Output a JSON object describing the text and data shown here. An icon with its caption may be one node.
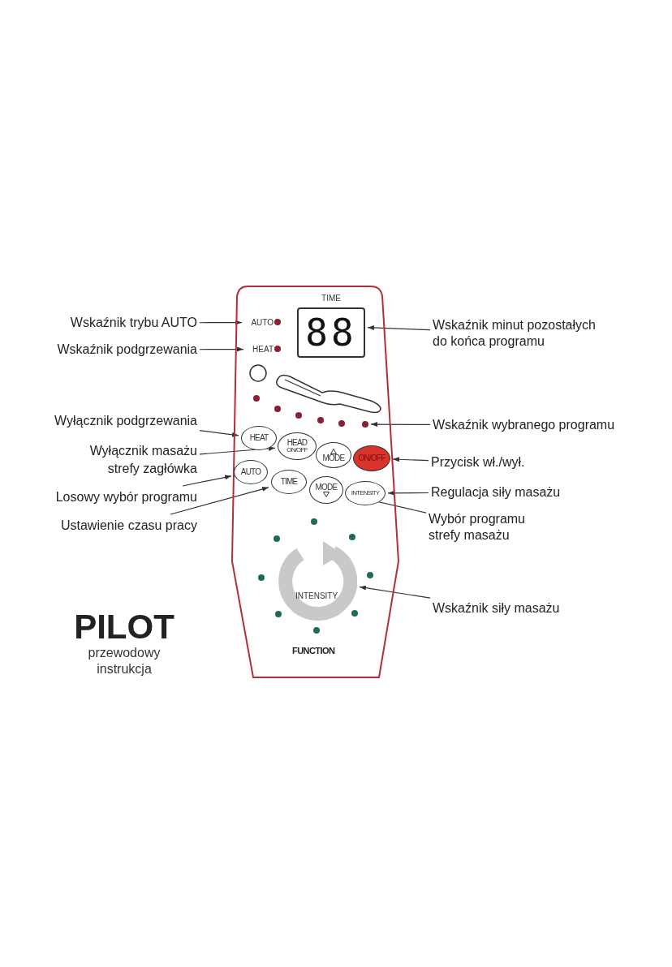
{
  "diagram": {
    "nodes": [
      {
        "text": [
          "FUNCTION"
        ]
      },
      {
        "text": [
          "AUTO"
        ],
        "in": 0
      },
      {
        "text": [
          "HEAT"
        ],
        "in": 0
      },
      {
        "text": [
          "TIME",
          "88"
        ],
        "in": 0
      },
      {
        "text": [],
        "shape": "circle",
        "in": 0
      },
      {
        "text": [
          "HEAT"
        ],
        "in": 0
      },
      {
        "text": [
          "HEAD",
          "ON/OFF"
        ],
        "in": 0
      },
      {
        "text": [
          "MODE"
        ],
        "in": 0
      },
      {
        "text": [
          "ON/OFF"
        ],
        "in": 0
      },
      {
        "text": [
          "AUTO"
        ],
        "in": 0
      },
      {
        "text": [
          "TIME"
        ],
        "in": 0
      },
      {
        "text": [
          "MODE"
        ],
        "in": 0
      },
      {
        "text": [
          "INTENSITY"
        ],
        "in": 0
      },
      {
        "text": [
          "INTENSITY"
        ],
        "in": 0
      },
      {
        "text": [
          "Wskaźnik trybu AUTO"
        ]
      },
      {
        "text": [
          "Wskaźnik podgrzewania"
        ]
      },
      {
        "text": [
          "Wyłącznik podgrzewania"
        ]
      },
      {
        "text": [
          "Wyłącznik masażu strefy zagłówka"
        ]
      },
      {
        "text": [
          "Losowy wybór programu"
        ]
      },
      {
        "text": [
          "Ustawienie czasu pracy"
        ]
      },
      {
        "text": [
          "Wskaźnik minut pozostałych do końca programu"
        ]
      },
      {
        "text": [
          "Wskaźnik wybranego programu"
        ]
      },
      {
        "text": [
          "Przycisk wł./wył."
        ]
      },
      {
        "text": [
          "Regulacja siły masażu"
        ]
      },
      {
        "text": [
          "Wybór programu strefy masażu"
        ]
      },
      {
        "text": [
          "Wskaźnik siły masażu"
        ]
      }
    ],
    "edges": [
      {
        "from": 14,
        "to": 1,
        "arrow": "to"
      },
      {
        "from": 15,
        "to": 2,
        "arrow": "to"
      },
      {
        "from": 16,
        "to": 5,
        "arrow": "to"
      },
      {
        "from": 17,
        "to": 6,
        "arrow": "to"
      },
      {
        "from": 18,
        "to": 9,
        "arrow": "to"
      },
      {
        "from": 19,
        "to": 10,
        "arrow": "to"
      },
      {
        "from": 20,
        "to": 3,
        "arrow": "to"
      },
      {
        "from": 21,
        "to": 4,
        "arrow": "to"
      },
      {
        "from": 22,
        "to": 8,
        "arrow": "to"
      },
      {
        "from": 23,
        "to": 12,
        "arrow": "to"
      },
      {
        "from": 24,
        "to": 11,
        "arrow": "to"
      },
      {
        "from": 25,
        "to": 13,
        "arrow": "to"
      }
    ],
    "labels": [
      "PILOT",
      "przewodowy",
      "instrukcja"
    ]
  }
}
